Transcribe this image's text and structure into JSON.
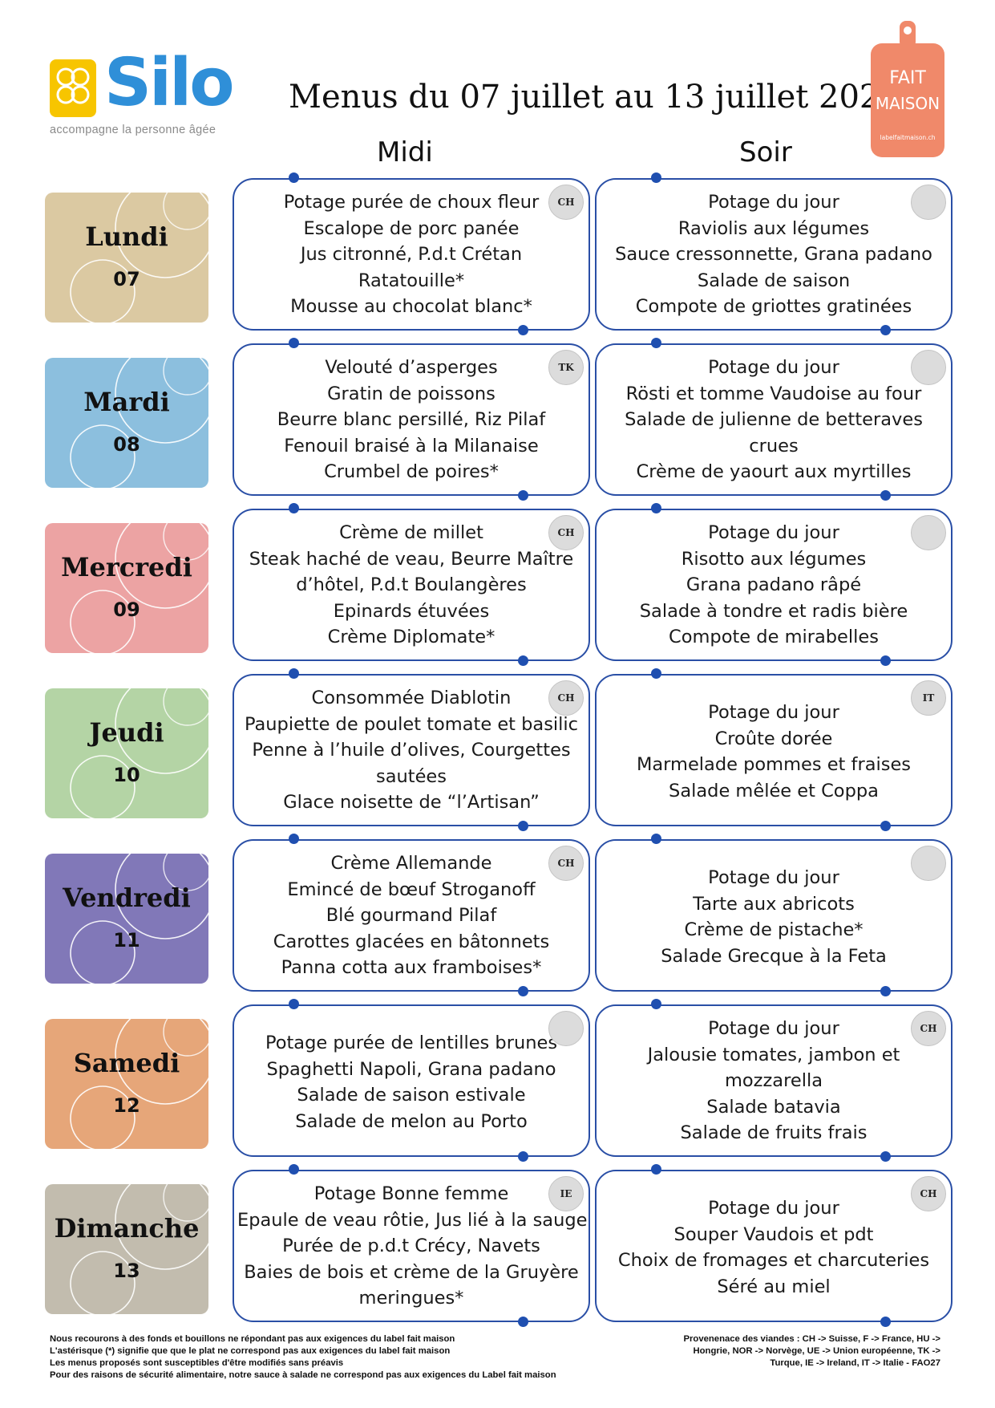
{
  "logo": {
    "name": "Silo",
    "tagline": "accompagne la personne âgée"
  },
  "title": "Menus du 07 juillet au 13 juillet 2025",
  "label_badge": {
    "line1": "FAIT",
    "line2": "MAISON",
    "url": "labelfaitmaison.ch"
  },
  "columns": {
    "midi": "Midi",
    "soir": "Soir"
  },
  "days": [
    {
      "name": "Lundi",
      "num": "07",
      "color": "#dbc9a2",
      "midi": {
        "badge": "CH",
        "lines": [
          "Potage purée de choux fleur",
          "Escalope de porc panée",
          "Jus citronné, P.d.t Crétan",
          "Ratatouille*",
          "Mousse au chocolat blanc*"
        ]
      },
      "soir": {
        "badge": "",
        "lines": [
          "Potage du jour",
          "Raviolis aux légumes",
          "Sauce cressonnette, Grana padano",
          "Salade de saison",
          "Compote de griottes gratinées"
        ]
      }
    },
    {
      "name": "Mardi",
      "num": "08",
      "color": "#8cbfde",
      "midi": {
        "badge": "TK",
        "lines": [
          "Velouté d’asperges",
          "Gratin de poissons",
          "Beurre blanc persillé, Riz Pilaf",
          "Fenouil braisé à la Milanaise",
          "Crumbel de poires*"
        ]
      },
      "soir": {
        "badge": "",
        "lines": [
          "Potage du jour",
          "Rösti et tomme Vaudoise au four",
          "Salade de julienne de betteraves",
          "crues",
          "Crème de yaourt aux myrtilles"
        ]
      }
    },
    {
      "name": "Mercredi",
      "num": "09",
      "color": "#eca3a3",
      "midi": {
        "badge": "CH",
        "lines": [
          "Crème de millet",
          "Steak haché de veau, Beurre Maître",
          "d’hôtel, P.d.t Boulangères",
          "Epinards étuvées",
          "Crème Diplomate*"
        ]
      },
      "soir": {
        "badge": "",
        "lines": [
          "Potage du jour",
          "Risotto aux légumes",
          "Grana padano râpé",
          "Salade à tondre et radis bière",
          "Compote de mirabelles"
        ]
      }
    },
    {
      "name": "Jeudi",
      "num": "10",
      "color": "#b4d4a5",
      "midi": {
        "badge": "CH",
        "lines": [
          "Consommée Diablotin",
          "Paupiette de poulet tomate et basilic",
          "Penne à l’huile d’olives, Courgettes",
          "sautées",
          "Glace noisette de “l’Artisan”"
        ]
      },
      "soir": {
        "badge": "IT",
        "lines": [
          "Potage du jour",
          "Croûte dorée",
          "Marmelade pommes et fraises",
          "Salade mêlée et Coppa"
        ]
      }
    },
    {
      "name": "Vendredi",
      "num": "11",
      "color": "#8178b8",
      "midi": {
        "badge": "CH",
        "lines": [
          "Crème Allemande",
          "Emincé de bœuf Stroganoff",
          "Blé gourmand Pilaf",
          "Carottes glacées en bâtonnets",
          "Panna cotta aux framboises*"
        ]
      },
      "soir": {
        "badge": "",
        "lines": [
          "Potage du jour",
          "Tarte aux abricots",
          "Crème de pistache*",
          "Salade Grecque à la Feta"
        ]
      }
    },
    {
      "name": "Samedi",
      "num": "12",
      "color": "#e6a679",
      "midi": {
        "badge": "",
        "lines": [
          "Potage purée de lentilles brunes",
          "Spaghetti Napoli, Grana padano",
          "Salade de saison estivale",
          "Salade de melon au Porto"
        ]
      },
      "soir": {
        "badge": "CH",
        "lines": [
          "Potage du jour",
          "Jalousie tomates, jambon et",
          "mozzarella",
          "Salade batavia",
          "Salade de fruits frais"
        ]
      }
    },
    {
      "name": "Dimanche",
      "num": "13",
      "color": "#c2bcae",
      "midi": {
        "badge": "IE",
        "lines": [
          "Potage Bonne femme",
          "Epaule de veau rôtie, Jus lié à la sauge",
          "Purée de p.d.t Crécy, Navets",
          "Baies de bois et crème de la Gruyère",
          "meringues*"
        ]
      },
      "soir": {
        "badge": "CH",
        "lines": [
          "Potage du jour",
          "Souper Vaudois et pdt",
          "Choix de fromages et charcuteries",
          "Séré au miel"
        ]
      }
    }
  ],
  "footer_left": [
    "Nous recourons à des fonds et bouillons ne répondant pas aux exigences du label fait maison",
    "L'astérisque (*) signifie que que le plat ne correspond pas aux exigences du label fait maison",
    "Les menus proposés sont susceptibles d'être modifiés sans préavis",
    "Pour des raisons de sécurité alimentaire, notre sauce à salade ne correspond pas aux exigences du Label fait maison"
  ],
  "footer_right": [
    "Provenenace des viandes : CH -> Suisse, F -> France, HU ->",
    "Hongrie, NOR -> Norvège, UE -> Union européenne, TK ->",
    "Turque, IE -> Ireland, IT -> Italie - FAO27"
  ],
  "colors": {
    "accent": "#2f8fd8",
    "card_border": "#2a4fa6",
    "board": "#f0896a"
  }
}
